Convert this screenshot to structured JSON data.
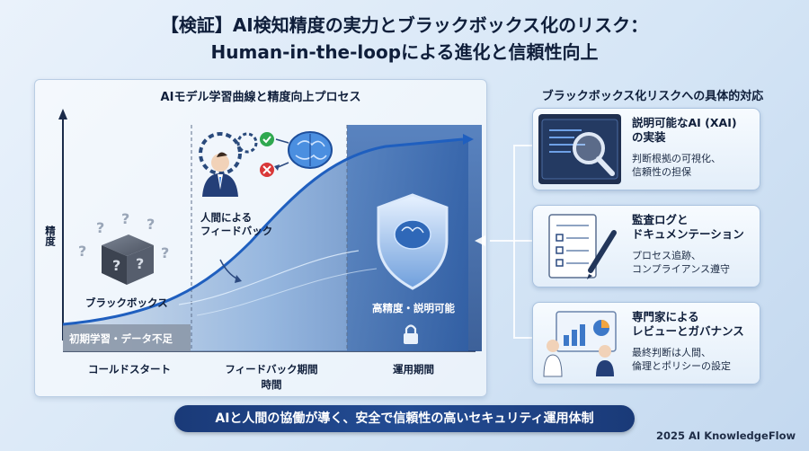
{
  "title": {
    "line1": "【検証】AI検知精度の実力とブラックボックス化のリスク：",
    "line2": "Human-in-the-loopによる進化と信頼性向上"
  },
  "left_panel": {
    "title": "AIモデル学習曲線と精度向上プロセス",
    "y_axis_label": "精度",
    "x_axis_label": "時間",
    "phases": [
      "コールドスタート",
      "フィードバック期間",
      "運用期間"
    ],
    "black_box_label": "ブラックボックス",
    "initial_label": "初期学習・データ不足",
    "feedback_label": "人間による\nフィードバック",
    "shield_label": "高精度・説明可能"
  },
  "right_panel": {
    "title": "ブラックボックス化リスクへの具体的対応",
    "cards": [
      {
        "heading": "説明可能なAI (XAI)\nの実装",
        "desc": "判断根拠の可視化、\n信頼性の担保",
        "icon": "magnifier-code-icon"
      },
      {
        "heading": "監査ログと\nドキュメンテーション",
        "desc": "プロセス追跡、\nコンプライアンス遵守",
        "icon": "document-pen-icon"
      },
      {
        "heading": "専門家による\nレビューとガバナンス",
        "desc": "最終判断は人間、\n倫理とポリシーの設定",
        "icon": "experts-review-icon"
      }
    ]
  },
  "banner": "AIと人間の協働が導く、安全で信頼性の高いセキュリティ運用体制",
  "credit": "2025 AI KnowledgeFlow",
  "colors": {
    "navy": "#1a3a78",
    "accent": "#2c7be5",
    "curve": "#1f5fbf"
  }
}
